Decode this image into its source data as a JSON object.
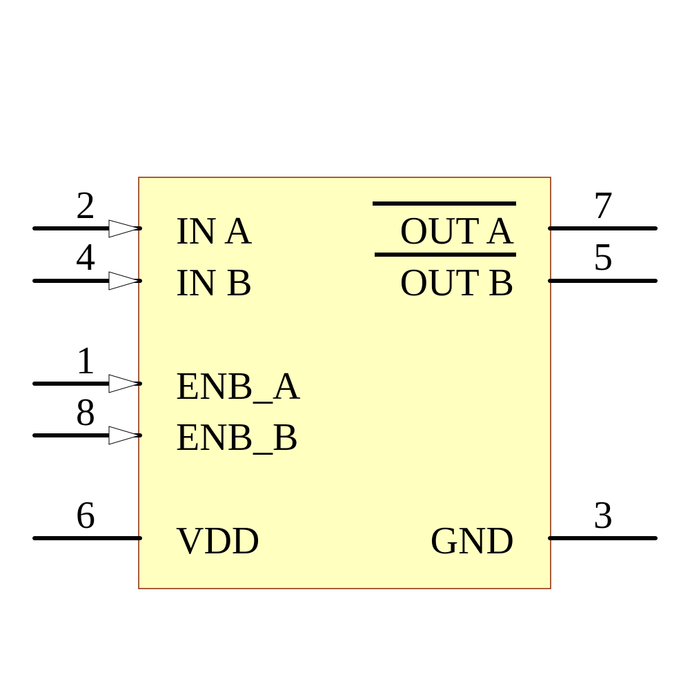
{
  "component": {
    "body_fill": "#FFFFC0",
    "body_stroke": "#8B2500",
    "pins_left": [
      {
        "number": "2",
        "label": "IN A",
        "type": "input"
      },
      {
        "number": "4",
        "label": "IN B",
        "type": "input"
      },
      {
        "number": "1",
        "label": "ENB_A",
        "type": "input"
      },
      {
        "number": "8",
        "label": "ENB_B",
        "type": "input"
      },
      {
        "number": "6",
        "label": "VDD",
        "type": "power"
      }
    ],
    "pins_right": [
      {
        "number": "7",
        "label": "OUT A",
        "type": "output",
        "inverted": true
      },
      {
        "number": "5",
        "label": "OUT B",
        "type": "output",
        "inverted": true
      },
      {
        "number": "3",
        "label": "GND",
        "type": "power"
      }
    ]
  }
}
